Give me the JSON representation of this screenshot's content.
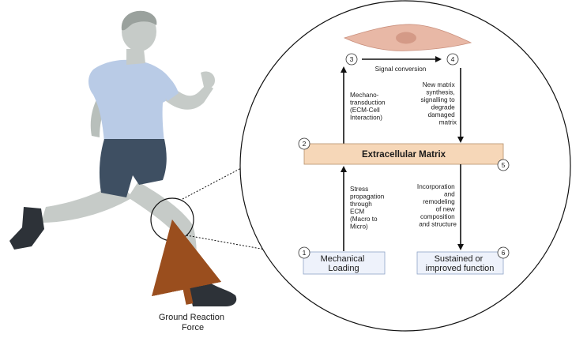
{
  "figure": {
    "ground_reaction_force": [
      "Ground Reaction",
      "Force"
    ]
  },
  "steps": [
    {
      "number": "1",
      "lines": [
        "Mechanical",
        "Loading"
      ]
    },
    {
      "number": "2",
      "label": "Extracellular Matrix"
    },
    {
      "number": "3"
    },
    {
      "number": "4"
    },
    {
      "number": "5"
    },
    {
      "number": "6",
      "lines": [
        "Sustained or",
        "improved function"
      ]
    }
  ],
  "arrows": {
    "signal_conversion": "Signal conversion",
    "mechanotransduction": [
      "Mechano-",
      "transduction",
      "(ECM-Cell",
      "Interaction)"
    ],
    "new_matrix": [
      "New matrix",
      "synthesis,",
      "signalling to",
      "degrade",
      "damaged",
      "matrix"
    ],
    "stress_propagation": [
      "Stress",
      "propagation",
      "through",
      "ECM",
      "(Macro to",
      "Micro)"
    ],
    "incorporation": [
      "Incorporation",
      "and",
      "remodeling",
      "of new",
      "composition",
      "and structure"
    ]
  },
  "colors": {
    "skin": "#c6cbc8",
    "shirt": "#b9cbe6",
    "shorts": "#3e4f62",
    "shoe": "#2d3238",
    "arrow_force": "#9a4e1e",
    "matrix_fill": "#f6d7b8",
    "box_fill": "#eef2fb",
    "cell_fill": "#e8b8a6",
    "nucleus_fill": "#d49a87"
  }
}
